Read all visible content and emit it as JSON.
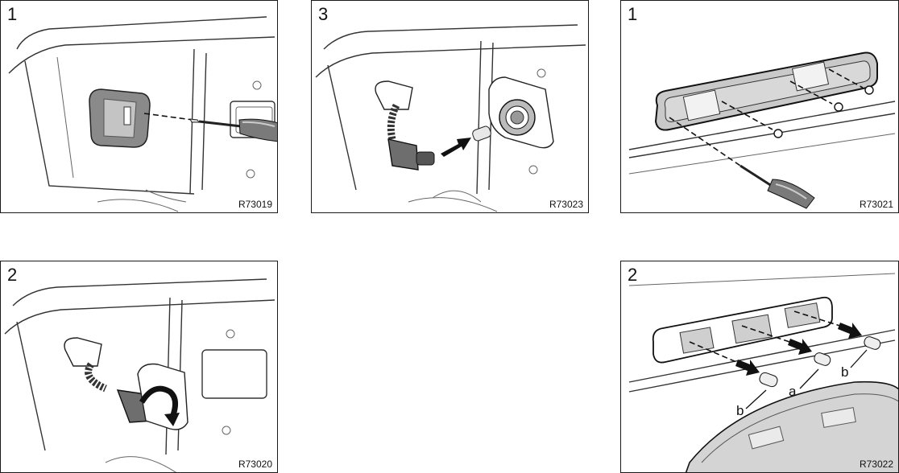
{
  "panels": [
    {
      "step": "1",
      "code": "R73019"
    },
    {
      "step": "3",
      "code": "R73023"
    },
    {
      "step": "1",
      "code": "R73021"
    },
    {
      "step": "2",
      "code": "R73020"
    },
    {
      "step": "2",
      "code": "R73022",
      "callouts": [
        "b",
        "a",
        "b"
      ]
    }
  ],
  "icons": {
    "screwdriver": "screwdriver-icon",
    "bulb": "bulb-icon",
    "screw": "screw-icon",
    "arrow": "arrow-icon"
  }
}
